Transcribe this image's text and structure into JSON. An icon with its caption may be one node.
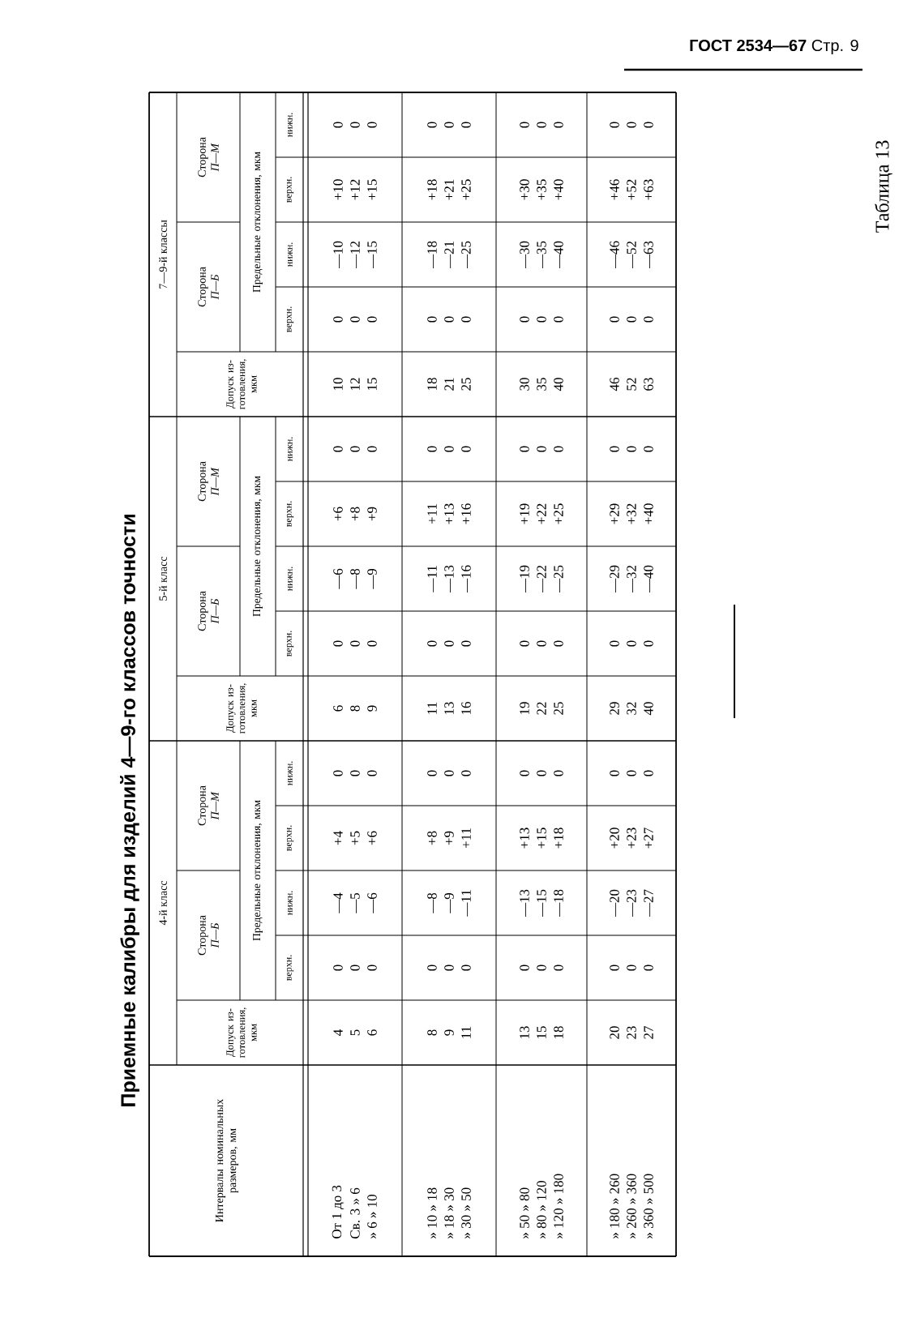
{
  "diagram": {
    "title": "Приемные калибры для изделий 4—9-го классов точности",
    "labels": [
      "**ГОСТ 2534—67** Стр. 9",
      "Таблица 13",
      "Интервалы номинальных размеров, мм",
      "4-й класс",
      "5-й класс",
      "7—9-й классы",
      "Допуск из- готовления, мкм",
      "Сторона *П—Б*",
      "Сторона *П—М*",
      "Предельные отклонения, мкм",
      "верхн.",
      "нижн.",
      "верхн.",
      "нижн.",
      "Допуск из- готовления, мкм",
      "Сторона *П—Б*",
      "Сторона *П—М*",
      "Предельные отклонения, мкм",
      "верхн.",
      "нижн.",
      "верхн.",
      "нижн.",
      "Допуск из- готовления, мкм",
      "Сторона *П—Б*",
      "Сторона *П—М*",
      "Предельные отклонения, мкм",
      "верхн.",
      "нижн.",
      "верхн.",
      "нижн.",
      "От 1 до 3",
      "4",
      "0",
      "—4",
      "+4",
      "0",
      "6",
      "0",
      "—6",
      "+6",
      "0",
      "10",
      "0",
      "—10",
      "+10",
      "0",
      "Св. 3 » 6",
      "5",
      "0",
      "—5",
      "+5",
      "0",
      "8",
      "0",
      "—8",
      "+8",
      "0",
      "12",
      "0",
      "—12",
      "+12",
      "0",
      "» 6 » 10",
      "6",
      "0",
      "—6",
      "+6",
      "0",
      "9",
      "0",
      "—9",
      "+9",
      "0",
      "15",
      "0",
      "—15",
      "+15",
      "0",
      "» 10 » 18",
      "8",
      "0",
      "—8",
      "+8",
      "0",
      "11",
      "0",
      "—11",
      "+11",
      "0",
      "18",
      "0",
      "—18",
      "+18",
      "0",
      "» 18 » 30",
      "9",
      "0",
      "—9",
      "+9",
      "0",
      "13",
      "0",
      "—13",
      "+13",
      "0",
      "21",
      "0",
      "—21",
      "+21",
      "0",
      "» 30 » 50",
      "11",
      "0",
      "—11",
      "+11",
      "0",
      "16",
      "0",
      "—16",
      "+16",
      "0",
      "25",
      "0",
      "—25",
      "+25",
      "0",
      "» 50 » 80",
      "13",
      "0",
      "—13",
      "+13",
      "0",
      "19",
      "0",
      "—19",
      "+19",
      "0",
      "30",
      "0",
      "—30",
      "+30",
      "0",
      "» 80 » 120",
      "15",
      "0",
      "—15",
      "+15",
      "0",
      "22",
      "0",
      "—22",
      "+22",
      "0",
      "35",
      "0",
      "—35",
      "+35",
      "0",
      "» 120 » 180",
      "18",
      "0",
      "—18",
      "+18",
      "0",
      "25",
      "0",
      "—25",
      "+25",
      "0",
      "40",
      "0",
      "—40",
      "+40",
      "0",
      "» 180 » 260",
      "20",
      "0",
      "—20",
      "+20",
      "0",
      "29",
      "0",
      "—29",
      "+29",
      "0",
      "46",
      "0",
      "—46",
      "+46",
      "0",
      "» 260 » 360",
      "23",
      "0",
      "—23",
      "+23",
      "0",
      "32",
      "0",
      "—32",
      "+32",
      "0",
      "52",
      "0",
      "—52",
      "+52",
      "0",
      "» 360 » 500",
      "27",
      "0",
      "—27",
      "+27",
      "0",
      "40",
      "0",
      "—40",
      "+40",
      "0",
      "63",
      "0",
      "—63",
      "+63",
      "0"
    ]
  }
}
